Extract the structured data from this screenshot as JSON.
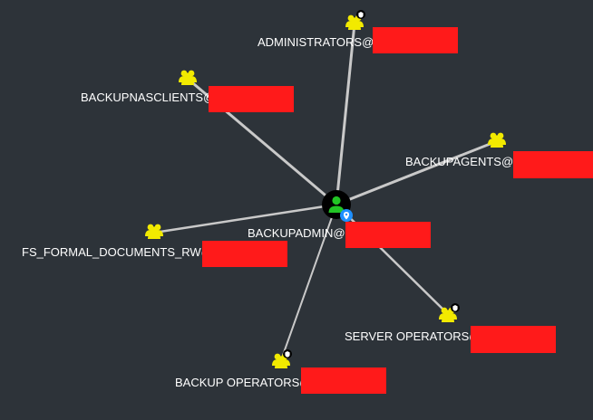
{
  "graph": {
    "colors": {
      "background": "#2d3339",
      "edge": "#c9c9c9",
      "group_icon": "#f2ea00",
      "user_icon": "#22c425",
      "user_marker": "#1e90ff",
      "redaction": "#ff1a1a",
      "label": "#ffffff"
    },
    "center": {
      "label": "BACKUPADMIN@",
      "icon": "user-icon",
      "marker_icon": "location-pin-icon"
    },
    "nodes": [
      {
        "id": "administrators",
        "label": "ADMINISTRATORS@",
        "icon": "group-icon",
        "badge": "tier-zero-badge-icon"
      },
      {
        "id": "backupnasclients",
        "label": "BACKUPNASCLIENTS@",
        "icon": "group-icon",
        "badge": ""
      },
      {
        "id": "backupagents",
        "label": "BACKUPAGENTS@",
        "icon": "group-icon",
        "badge": ""
      },
      {
        "id": "fs-formal-documents-rw",
        "label": "FS_FORMAL_DOCUMENTS_RW@",
        "icon": "group-icon",
        "badge": ""
      },
      {
        "id": "server-operators",
        "label": "SERVER OPERATORS@",
        "icon": "group-icon",
        "badge": "tier-zero-badge-icon"
      },
      {
        "id": "backup-operators",
        "label": "BACKUP OPERATORS@",
        "icon": "group-icon",
        "badge": "tier-zero-badge-icon"
      }
    ]
  }
}
